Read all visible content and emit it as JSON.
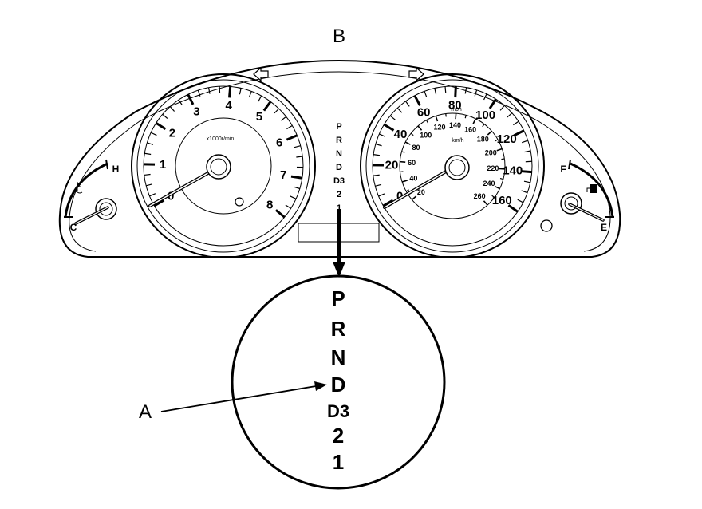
{
  "labels": {
    "callout_a": "A",
    "callout_b": "B"
  },
  "tachometer": {
    "unit": "x1000r/min",
    "numbers": [
      "0",
      "1",
      "2",
      "3",
      "4",
      "5",
      "6",
      "7",
      "8"
    ]
  },
  "speedometer": {
    "unit_outer": "mph",
    "unit_inner": "km/h",
    "mph_numbers": [
      "0",
      "20",
      "40",
      "60",
      "80",
      "100",
      "120",
      "140",
      "160"
    ],
    "kmh_numbers": [
      "20",
      "40",
      "60",
      "80",
      "100",
      "120",
      "140",
      "160",
      "180",
      "200",
      "220",
      "240",
      "260"
    ]
  },
  "temp_gauge": {
    "hot": "H",
    "cold": "C"
  },
  "fuel_gauge": {
    "full": "F",
    "empty": "E"
  },
  "gear_indicator": [
    "P",
    "R",
    "N",
    "D",
    "D3",
    "2",
    "1"
  ],
  "gear_detail": [
    "P",
    "R",
    "N",
    "D",
    "D3",
    "2",
    "1"
  ]
}
